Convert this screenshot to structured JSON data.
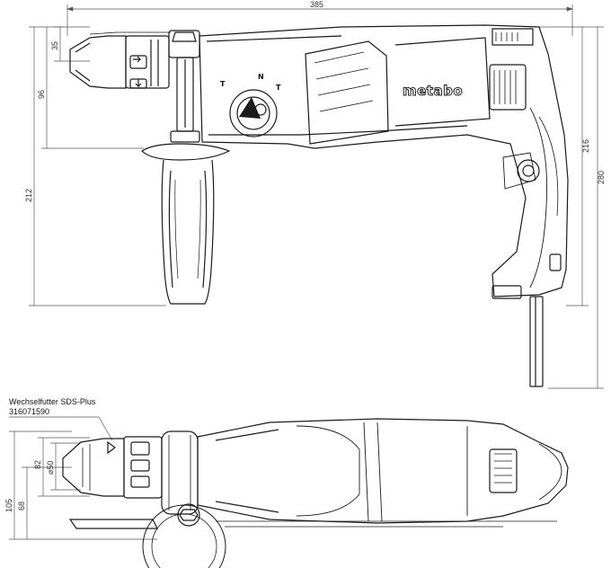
{
  "top_view": {
    "dimensions": {
      "overall_length": "385",
      "chuck_height": "35",
      "axis_height": "96",
      "grip_depth": "212",
      "rear_height": "216",
      "total_height": "280"
    },
    "brand": "metabo",
    "mode_labels": [
      "T",
      "N",
      "T"
    ]
  },
  "bottom_view": {
    "accessory_name": "Wechselfutter SDS-Plus",
    "accessory_number": "316071590",
    "dimensions": {
      "height_outer": "105",
      "height_inner": "68",
      "width": "82",
      "chuck_diameter": "⌀50"
    }
  }
}
